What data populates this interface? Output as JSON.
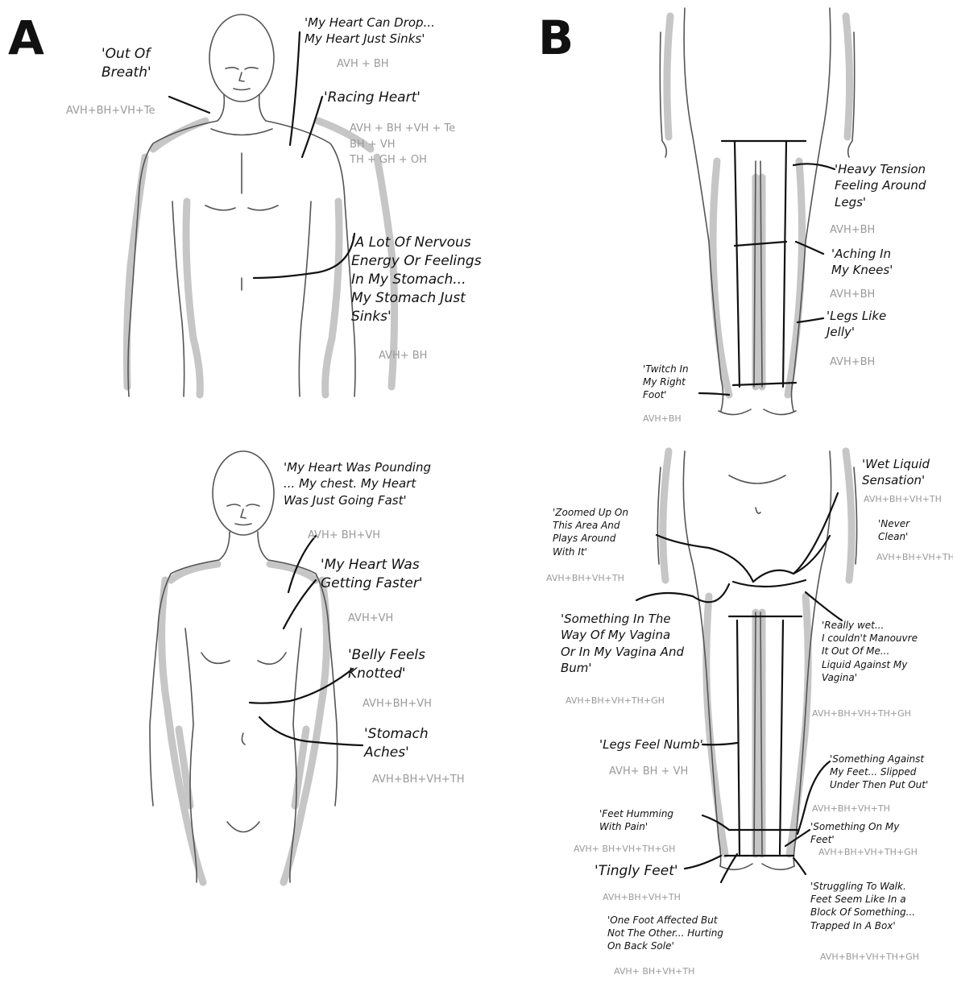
{
  "panels": {
    "a": "A",
    "b": "B"
  },
  "panel_a_male": {
    "out_of_breath": {
      "quote": "'Out Of\nBreath'",
      "codes": "AVH+BH+VH+Te"
    },
    "heart_drop": {
      "quote": "'My Heart Can Drop...\nMy Heart Just Sinks'",
      "codes": "AVH + BH"
    },
    "racing_heart": {
      "quote": "'Racing Heart'",
      "codes": "AVH + BH +VH + Te\nBH + VH\nTH + GH + OH"
    },
    "nervous_energy": {
      "quote": "'A Lot Of Nervous\nEnergy Or Feelings\nIn My Stomach...\nMy Stomach Just\nSinks'",
      "codes": "AVH+ BH"
    }
  },
  "panel_a_female": {
    "heart_pounding": {
      "quote": "'My Heart Was Pounding\n... My chest. My Heart\nWas Just Going Fast'",
      "codes": "AVH+ BH+VH"
    },
    "heart_faster": {
      "quote": "'My Heart Was\nGetting Faster'",
      "codes": "AVH+VH"
    },
    "belly_knotted": {
      "quote": "'Belly Feels\nKnotted'",
      "codes": "AVH+BH+VH"
    },
    "stomach_aches": {
      "quote": "'Stomach\nAches'",
      "codes": "AVH+BH+VH+TH"
    }
  },
  "panel_b_top": {
    "heavy_tension": {
      "quote": "'Heavy Tension\nFeeling Around\nLegs'",
      "codes": "AVH+BH"
    },
    "aching_knees": {
      "quote": "'Aching In\nMy Knees'",
      "codes": "AVH+BH"
    },
    "legs_jelly": {
      "quote": "'Legs Like\nJelly'",
      "codes": "AVH+BH"
    },
    "twitch_foot": {
      "quote": "'Twitch In\nMy Right\nFoot'",
      "codes": "AVH+BH"
    }
  },
  "panel_b_bottom": {
    "wet_liquid": {
      "quote": "'Wet Liquid\nSensation'",
      "codes": "AVH+BH+VH+TH"
    },
    "never_clean": {
      "quote": "'Never\nClean'",
      "codes": "AVH+BH+VH+TH"
    },
    "zoomed_up": {
      "quote": "'Zoomed Up On\nThis Area And\nPlays Around\nWith It'",
      "codes": "AVH+BH+VH+TH"
    },
    "something_vagina": {
      "quote": "'Something In The\nWay Of My Vagina\nOr In My Vagina And\nBum'",
      "codes": "AVH+BH+VH+TH+GH"
    },
    "really_wet": {
      "quote": "'Really wet...\nI couldn't Manouvre\nIt Out Of Me...\nLiquid Against My\nVagina'",
      "codes": "AVH+BH+VH+TH+GH"
    },
    "legs_numb": {
      "quote": "'Legs Feel Numb'",
      "codes": "AVH+ BH + VH"
    },
    "against_feet": {
      "quote": "'Something Against\nMy Feet... Slipped\nUnder Then Put Out'",
      "codes": "AVH+BH+VH+TH"
    },
    "feet_humming": {
      "quote": "'Feet Humming\nWith Pain'",
      "codes": "AVH+ BH+VH+TH+GH"
    },
    "on_feet": {
      "quote": "'Something On My\nFeet'",
      "codes": "AVH+BH+VH+TH+GH"
    },
    "tingly_feet": {
      "quote": "'Tingly Feet'",
      "codes": "AVH+BH+VH+TH"
    },
    "struggling_walk": {
      "quote": "'Struggling To Walk.\nFeet Seem Like In a\nBlock Of Something...\nTrapped In A Box'",
      "codes": "AVH+BH+VH+TH+GH"
    },
    "one_foot": {
      "quote": "'One Foot Affected But\nNot The Other... Hurting\nOn Back Sole'",
      "codes": "AVH+ BH+VH+TH"
    }
  }
}
